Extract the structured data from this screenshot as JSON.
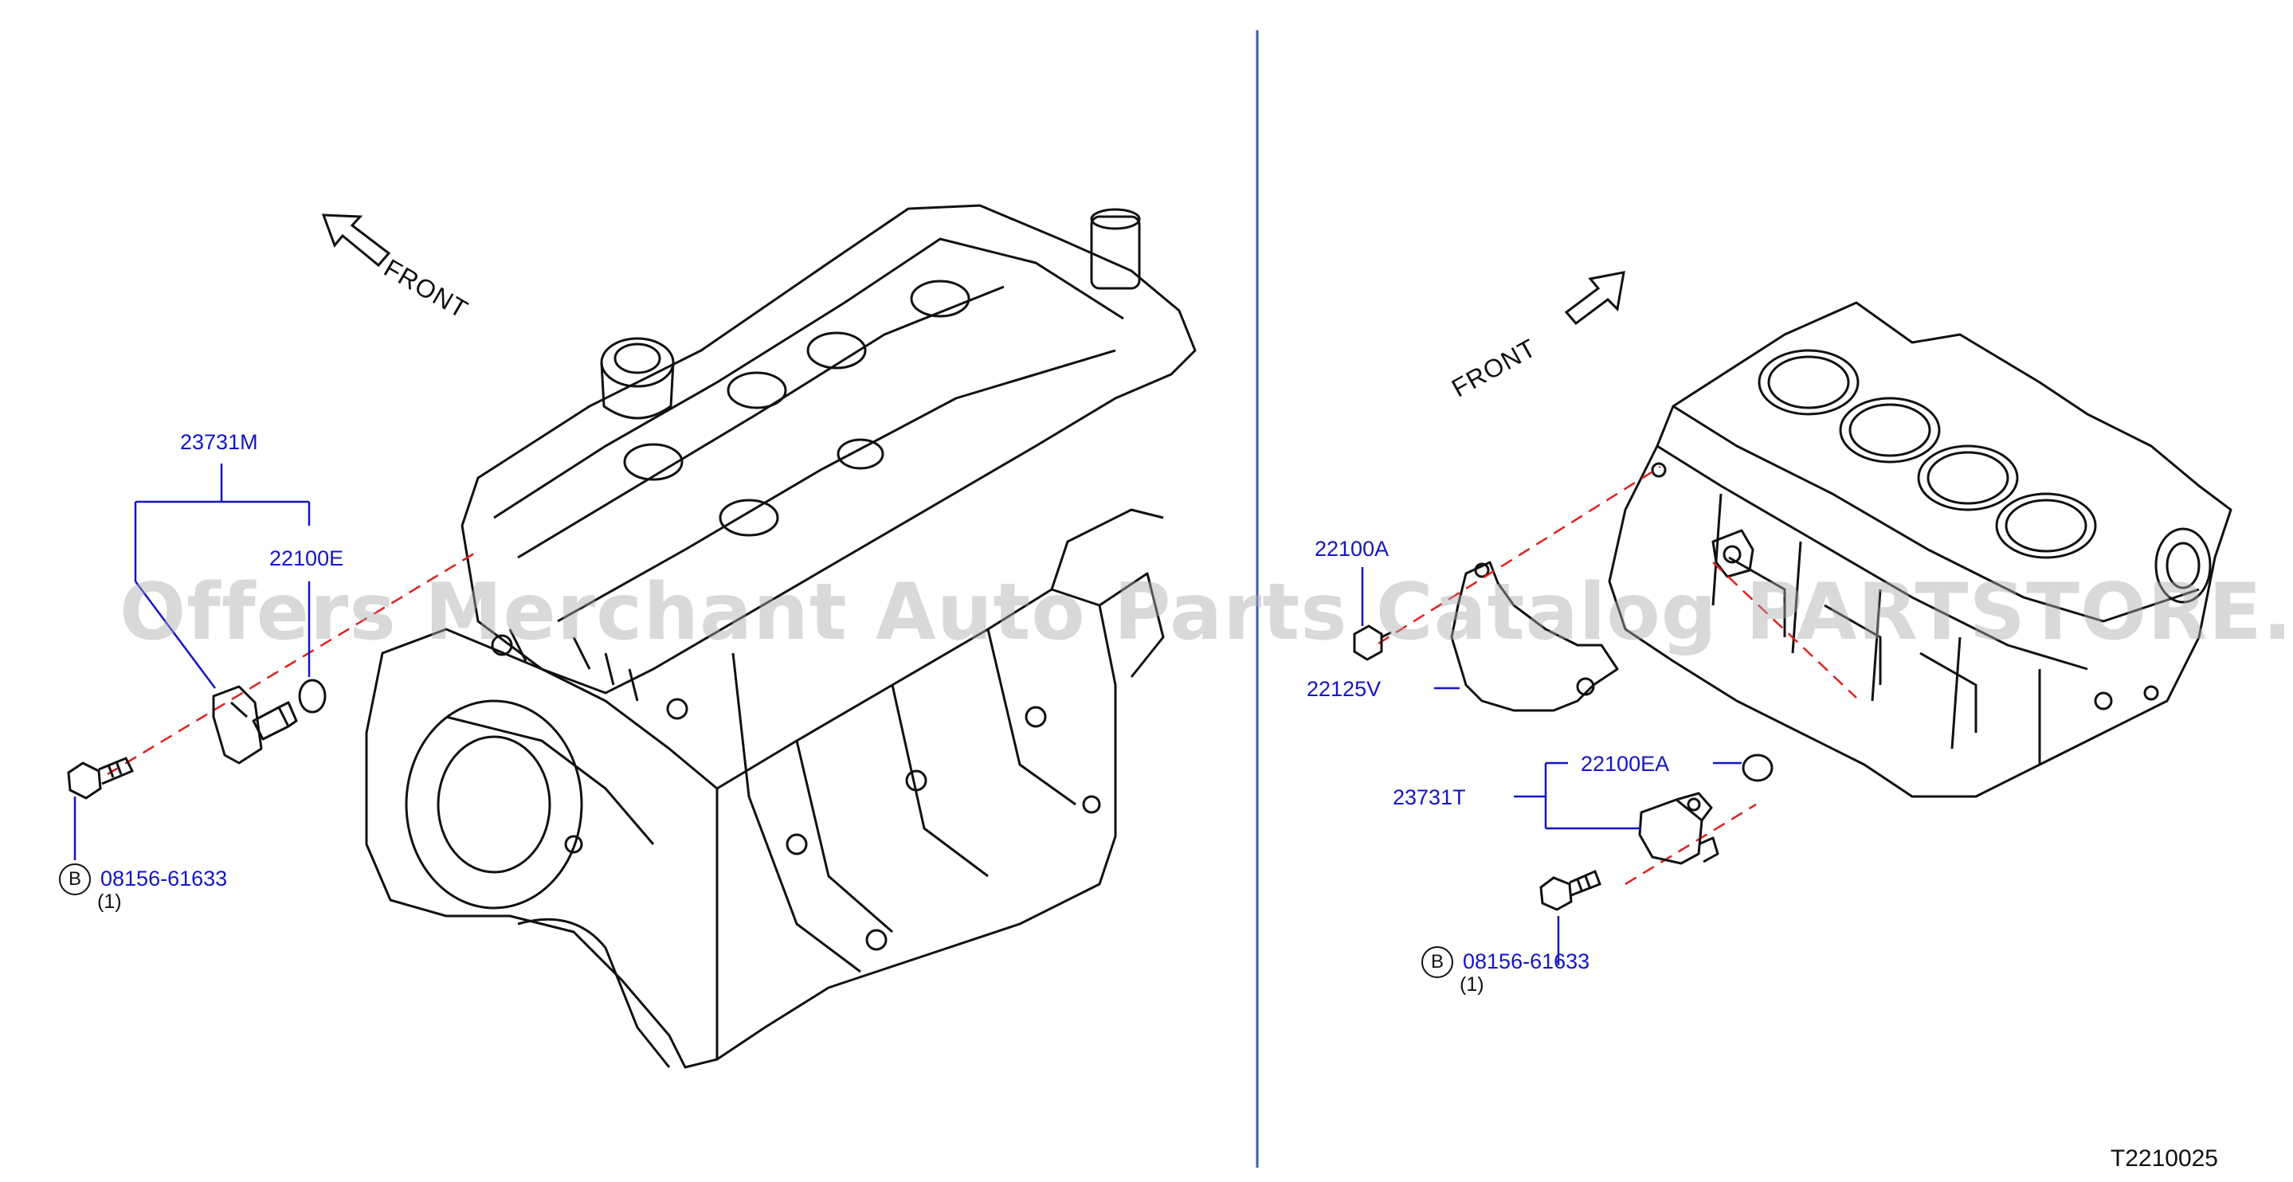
{
  "diagram": {
    "left_panel": {
      "front_label": "FRONT",
      "group_part": "23731M",
      "oring_part": "22100E",
      "bolt_badge": "B",
      "bolt_part": "08156-61633",
      "bolt_qty": "(1)"
    },
    "right_panel": {
      "front_label": "FRONT",
      "plug_part": "22100A",
      "cover_part": "22125V",
      "oring_part": "22100EA",
      "group_part": "23731T",
      "bolt_badge": "B",
      "bolt_part": "08156-61633",
      "bolt_qty": "(1)"
    },
    "watermark": "Offers Merchant Auto Parts Catalog PARTSTORE.SA",
    "drawing_code": "T2210025"
  },
  "colors": {
    "label_blue": "#1414c8",
    "leader_red": "#e02020",
    "divider_blue": "#3a5fa8",
    "line_art": "#111111"
  }
}
